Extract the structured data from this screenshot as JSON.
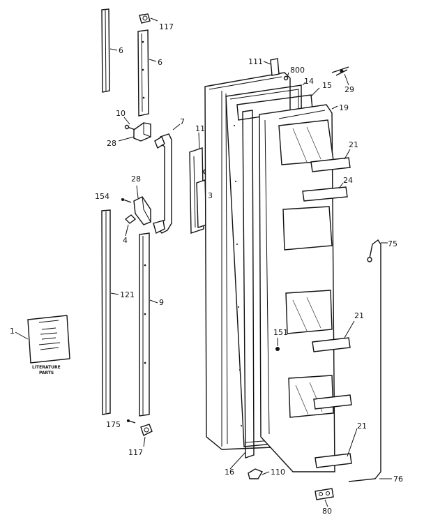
{
  "diagram": {
    "callouts": {
      "c6a": "6",
      "c117a": "117",
      "c6b": "6",
      "c111": "111",
      "c800": "800",
      "c14": "14",
      "c15": "15",
      "c29": "29",
      "c19": "19",
      "c7": "7",
      "c11": "11",
      "c10": "10",
      "c28a": "28",
      "c21a": "21",
      "c28b": "28",
      "c154": "154",
      "c24": "24",
      "c3": "3",
      "c4": "4",
      "c75": "75",
      "c121": "121",
      "c9": "9",
      "c151": "151",
      "c21b": "21",
      "c1": "1",
      "c175": "175",
      "c21c": "21",
      "c117b": "117",
      "c16": "16",
      "c110": "110",
      "c76": "76",
      "c80": "80"
    },
    "literature_card": {
      "caption_line1": "LITERATURE",
      "caption_line2": "PARTS"
    }
  }
}
